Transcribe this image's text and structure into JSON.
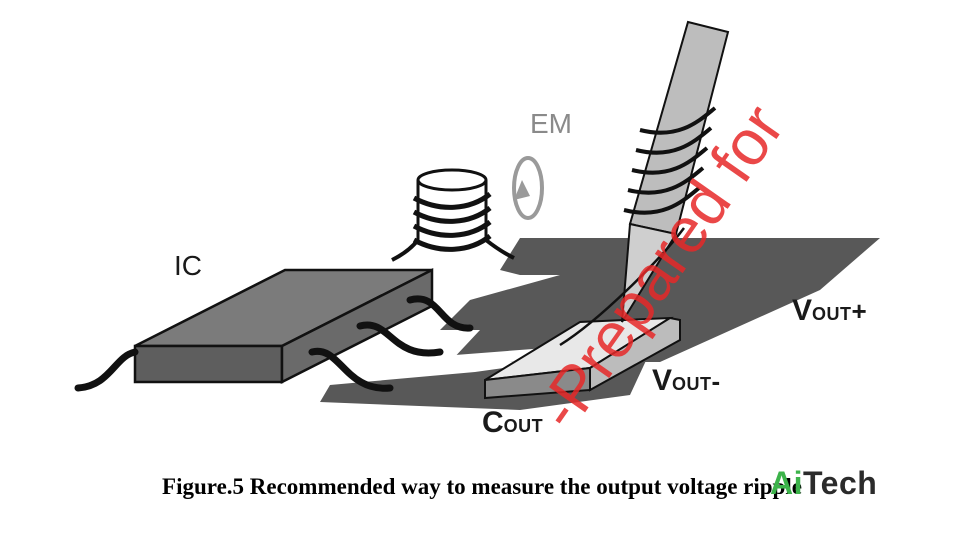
{
  "labels": {
    "em": "EM",
    "ic": "IC",
    "vout_plus_main": "V",
    "vout_plus_sub": "OUT",
    "vout_plus_sign": "+",
    "vout_minus_main": "V",
    "vout_minus_sub": "OUT",
    "vout_minus_sign": "-",
    "cout_main": "C",
    "cout_sub": "OUT"
  },
  "caption": "Figure.5 Recommended way to measure the output voltage ripple",
  "brand": {
    "ai": "Ai",
    "tech": "Tech"
  },
  "watermark": "-Prepared for",
  "colors": {
    "plane": "#575757",
    "ic_top": "#7a7a7a",
    "ic_front": "#5e5e5e",
    "probe": "#bdbdbd",
    "watermark": "#e62828",
    "brand_green": "#3cb34a"
  }
}
